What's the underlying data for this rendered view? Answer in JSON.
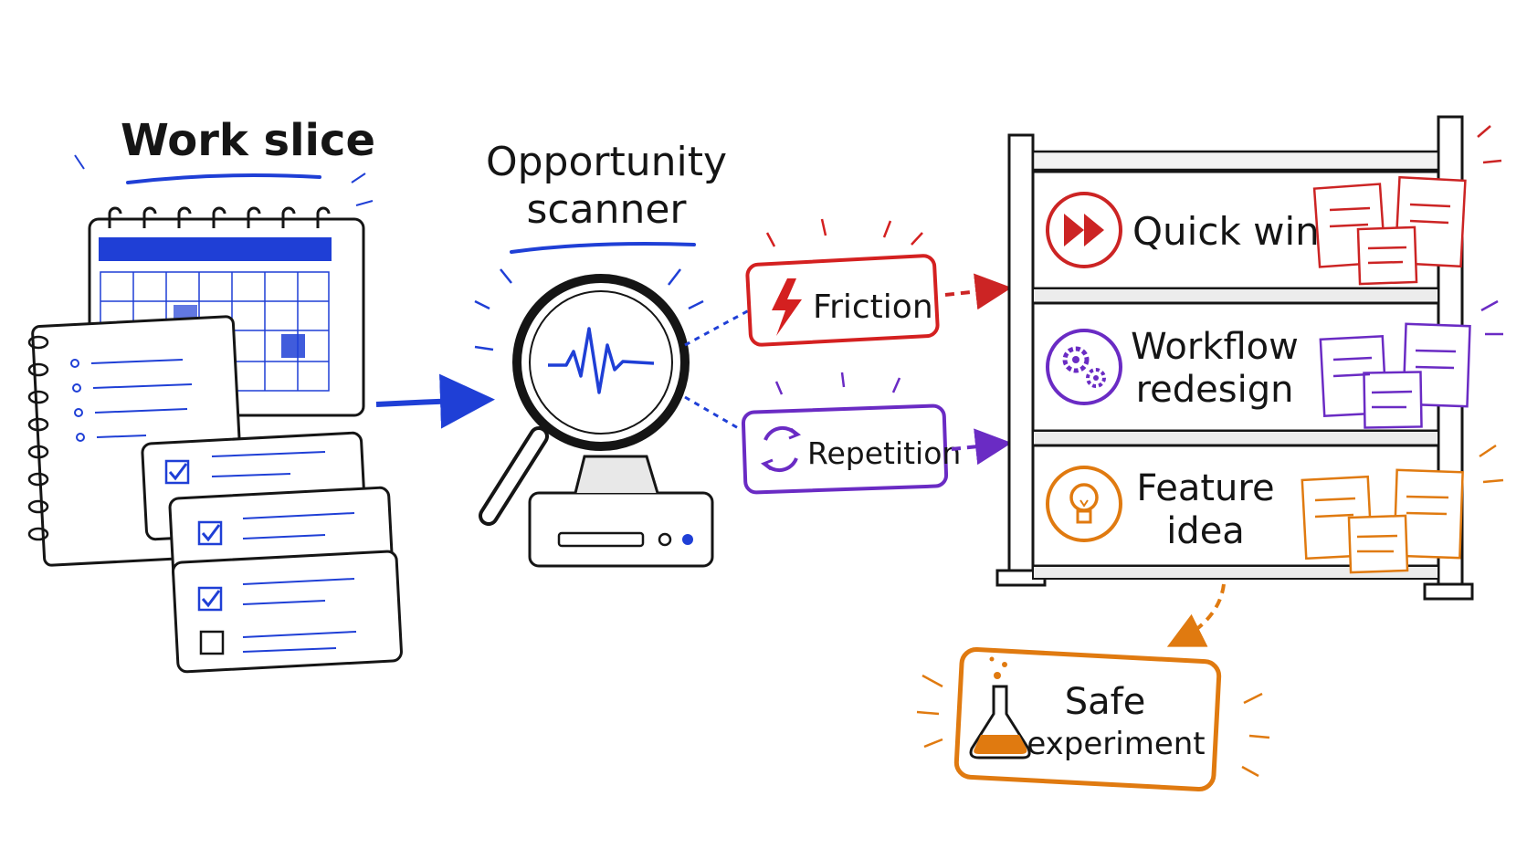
{
  "work_slice": {
    "title": "Work slice"
  },
  "scanner": {
    "title_line1": "Opportunity",
    "title_line2": "scanner"
  },
  "signals": [
    {
      "label": "Friction",
      "color": "#d42020",
      "icon": "lightning-bolt-icon"
    },
    {
      "label": "Repetition",
      "color": "#6a2bc4",
      "icon": "cycle-arrows-icon"
    }
  ],
  "board": {
    "rows": [
      {
        "line1": "Quick win",
        "line2": "",
        "color": "#cc2424",
        "icon": "fast-forward-icon"
      },
      {
        "line1": "Workflow",
        "line2": "redesign",
        "color": "#6a2bc4",
        "icon": "gears-icon"
      },
      {
        "line1": "Feature",
        "line2": "idea",
        "color": "#e07a10",
        "icon": "lightbulb-icon"
      }
    ]
  },
  "outcome": {
    "line1": "Safe",
    "line2": "experiment",
    "color": "#e07a10",
    "icon": "flask-icon"
  },
  "colors": {
    "accent_blue": "#1f3fd6",
    "ink": "#151515"
  }
}
